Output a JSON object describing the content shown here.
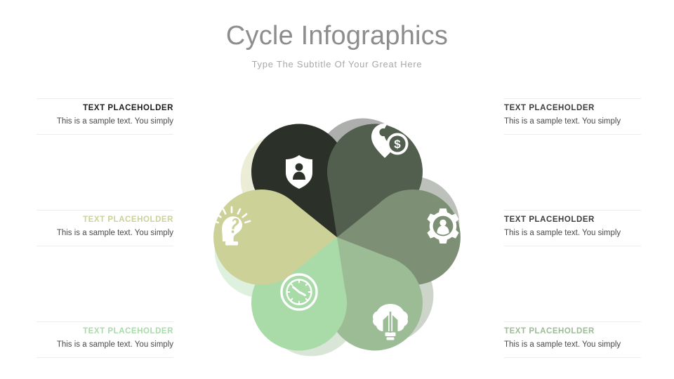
{
  "header": {
    "title": "Cycle Infographics",
    "subtitle": "Type The Subtitle Of Your Great Here",
    "title_color": "#8d8d8d",
    "subtitle_color": "#a8a8a8"
  },
  "palette": {
    "charcoal": "#2b3029",
    "dark_green": "#525e4e",
    "sage": "#7d9075",
    "medium_sage": "#9cbc95",
    "mint": "#a9dba9",
    "khaki": "#ccd198",
    "body_text": "#4a4a4a",
    "rule": "#ececec"
  },
  "text_blocks": {
    "left": [
      {
        "heading": "TEXT PLACEHOLDER",
        "body": "This is a sample text. You simply",
        "heading_color": "#1c1c1c"
      },
      {
        "heading": "TEXT PLACEHOLDER",
        "body": "This is a sample text. You simply",
        "heading_color": "#ccd198"
      },
      {
        "heading": "TEXT PLACEHOLDER",
        "body": "This is a sample text. You simply",
        "heading_color": "#a9dba9"
      }
    ],
    "right": [
      {
        "heading": "TEXT PLACEHOLDER",
        "body": "This is a sample text. You simply",
        "heading_color": "#3d3d3d"
      },
      {
        "heading": "TEXT PLACEHOLDER",
        "body": "This is a sample text. You simply",
        "heading_color": "#3d3d3d"
      },
      {
        "heading": "TEXT PLACEHOLDER",
        "body": "This is a sample text. You simply",
        "heading_color": "#9cbc95"
      }
    ]
  },
  "petals": [
    {
      "position": "top-left",
      "icon": "shield-person-icon",
      "color": "#2b3029"
    },
    {
      "position": "top-right",
      "icon": "pin-dollar-icon",
      "color": "#525e4e"
    },
    {
      "position": "right",
      "icon": "gear-person-icon",
      "color": "#7d9075"
    },
    {
      "position": "bottom-right",
      "icon": "brain-bulb-icon",
      "color": "#9cbc95"
    },
    {
      "position": "bottom-left",
      "icon": "clock-icon",
      "color": "#a9dba9"
    },
    {
      "position": "left",
      "icon": "head-question-icon",
      "color": "#ccd198"
    }
  ]
}
